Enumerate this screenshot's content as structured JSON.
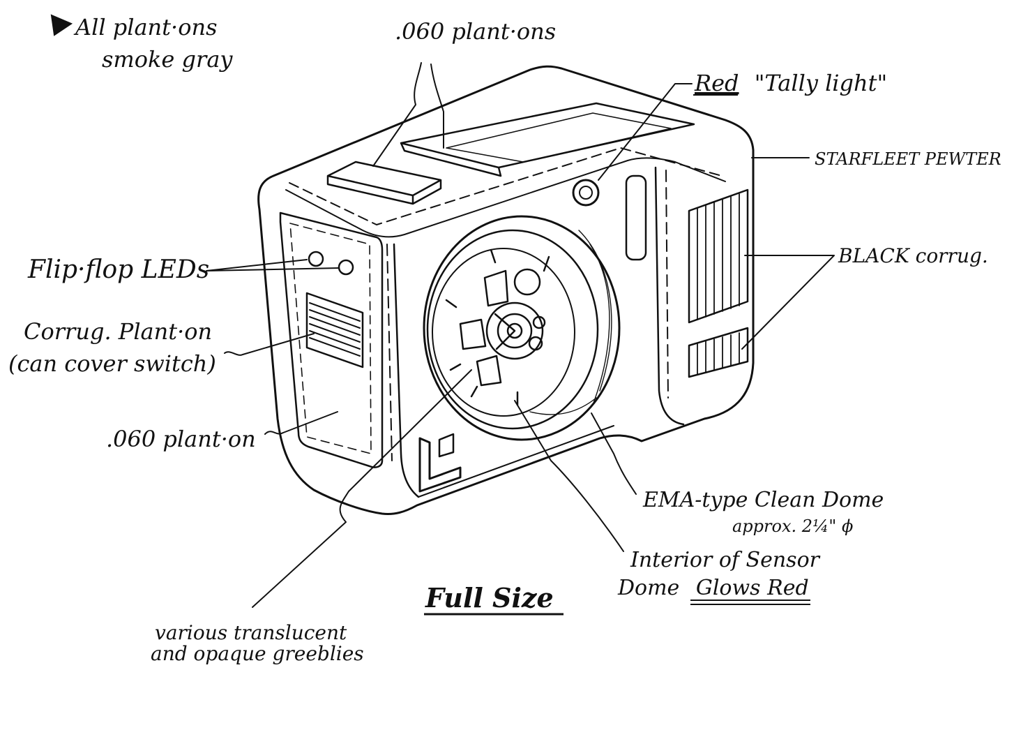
{
  "colors": {
    "ink": "#111111",
    "paper": "#ffffff"
  },
  "notes": {
    "all_plantons": [
      "All plant·ons",
      "smoke gray"
    ],
    "plantons_top": ".060 plant·ons",
    "tally_light_red": "Red",
    "tally_light_rest": "\"Tally light\"",
    "starfleet_pewter": "STARFLEET PEWTER",
    "black_corrug": "BLACK corrug.",
    "flipflop_leds": "Flip·flop LEDs",
    "corrug_planton": [
      "Corrug. Plant·on",
      "(can cover switch)"
    ],
    "planton_side": ".060 plant·on",
    "ema_dome": [
      "EMA-type Clean Dome",
      "approx. 2¼\" ϕ"
    ],
    "interior_line1": "Interior of Sensor",
    "interior_dome": "Dome",
    "interior_glows_red": "Glows Red",
    "greeblies": [
      "various translucent",
      "and opaque greeblies"
    ],
    "full_size": "Full Size"
  }
}
